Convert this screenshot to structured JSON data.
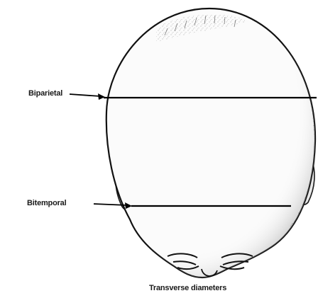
{
  "figure": {
    "labels": {
      "biparietal": "Biparietal",
      "bitemporal": "Bitemporal"
    },
    "caption": "Transverse diameters"
  }
}
